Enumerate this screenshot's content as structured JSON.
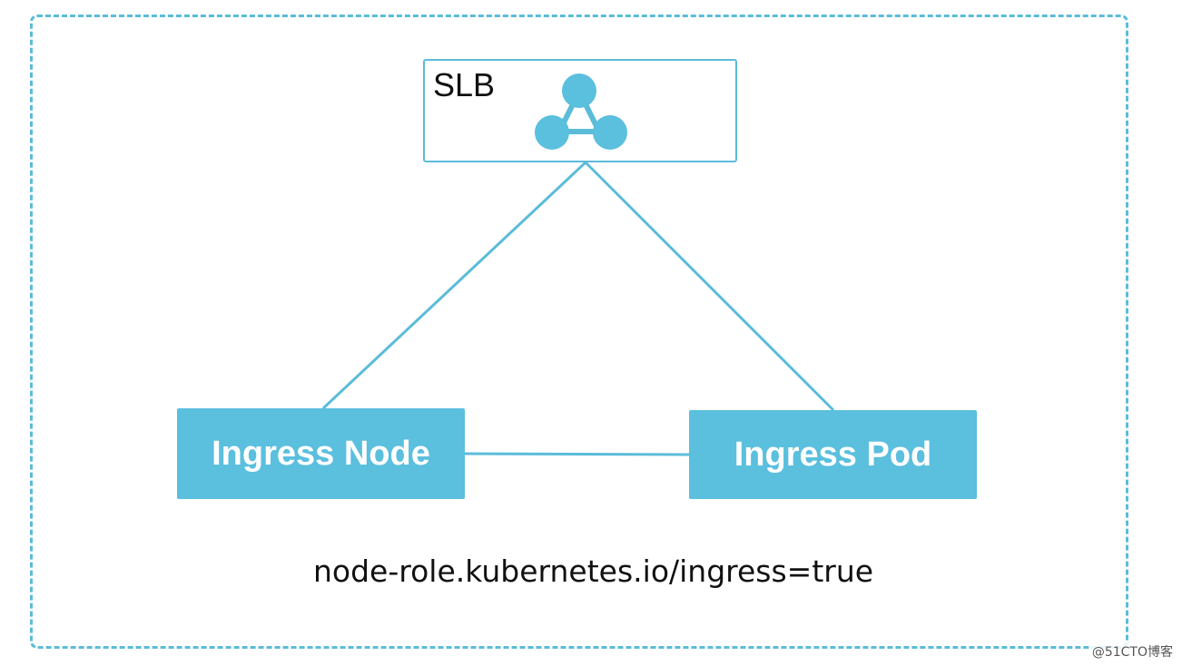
{
  "diagram": {
    "slb": {
      "label": "SLB",
      "icon": "network-triangle-icon"
    },
    "nodes": [
      {
        "id": "ingress-node",
        "label": "Ingress Node"
      },
      {
        "id": "ingress-pod",
        "label": "Ingress Pod"
      }
    ],
    "edges": [
      {
        "from": "slb",
        "to": "ingress-node"
      },
      {
        "from": "slb",
        "to": "ingress-pod"
      },
      {
        "from": "ingress-node",
        "to": "ingress-pod"
      }
    ],
    "node_label": "node-role.kubernetes.io/ingress=true"
  },
  "watermark": "@51CTO博客",
  "colors": {
    "accent": "#5bbcd9",
    "node_fill": "#5bbfde",
    "text": "#111111"
  }
}
